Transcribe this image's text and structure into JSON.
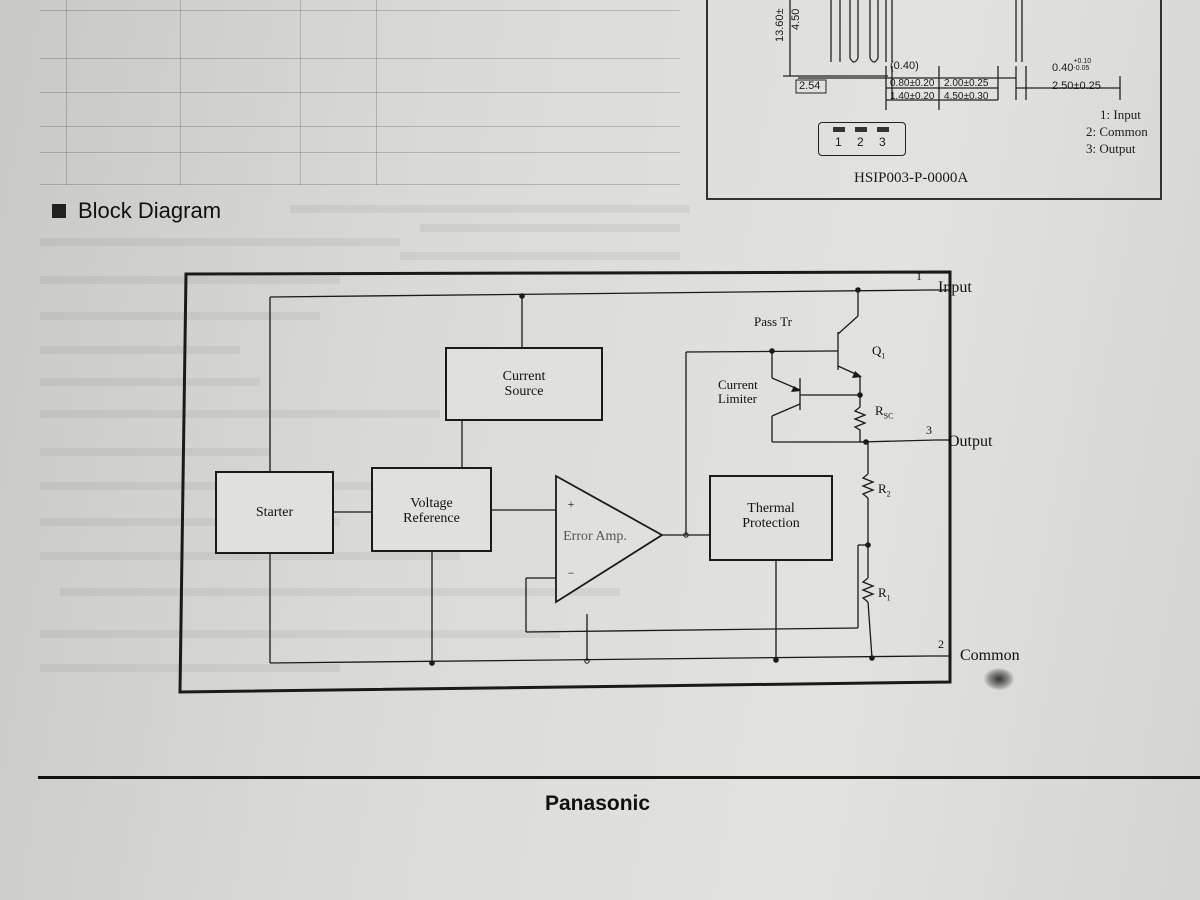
{
  "package": {
    "dims": {
      "d1": "13.60±",
      "d2": "4.50",
      "d3": "(0.40)",
      "d4": "2.54",
      "d5": "0.80±0.20",
      "d6": "1.40±0.20",
      "d7": "2.00±0.25",
      "d8": "4.50±0.30",
      "d9": "0.40",
      "d9_tol_plus": "+0.10",
      "d9_tol_minus": "-0.05",
      "d10": "2.50±0.25"
    },
    "pin_list": [
      "1: Input",
      "2: Common",
      "3: Output"
    ],
    "pin_numbers": [
      "1",
      "2",
      "3"
    ],
    "name": "HSIP003-P-0000A"
  },
  "section_title": "Block Diagram",
  "blocks": {
    "starter": "Starter",
    "voltage_reference_1": "Voltage",
    "voltage_reference_2": "Reference",
    "current_source_1": "Current",
    "current_source_2": "Source",
    "error_amp": "Error Amp.",
    "error_amp_plus": "+",
    "error_amp_minus": "−",
    "thermal_protection_1": "Thermal",
    "thermal_protection_2": "Protection"
  },
  "components": {
    "pass_tr": "Pass Tr",
    "q1": "Q",
    "q1_sub": "1",
    "current_limiter_1": "Current",
    "current_limiter_2": "Limiter",
    "rsc": "R",
    "rsc_sub": "SC",
    "r2": "R",
    "r2_sub": "2",
    "r1": "R",
    "r1_sub": "1"
  },
  "pins": {
    "input": {
      "number": "1",
      "label": "Input"
    },
    "output": {
      "number": "3",
      "label": "Output"
    },
    "common": {
      "number": "2",
      "label": "Common"
    }
  },
  "footer": {
    "brand": "Panasonic"
  }
}
